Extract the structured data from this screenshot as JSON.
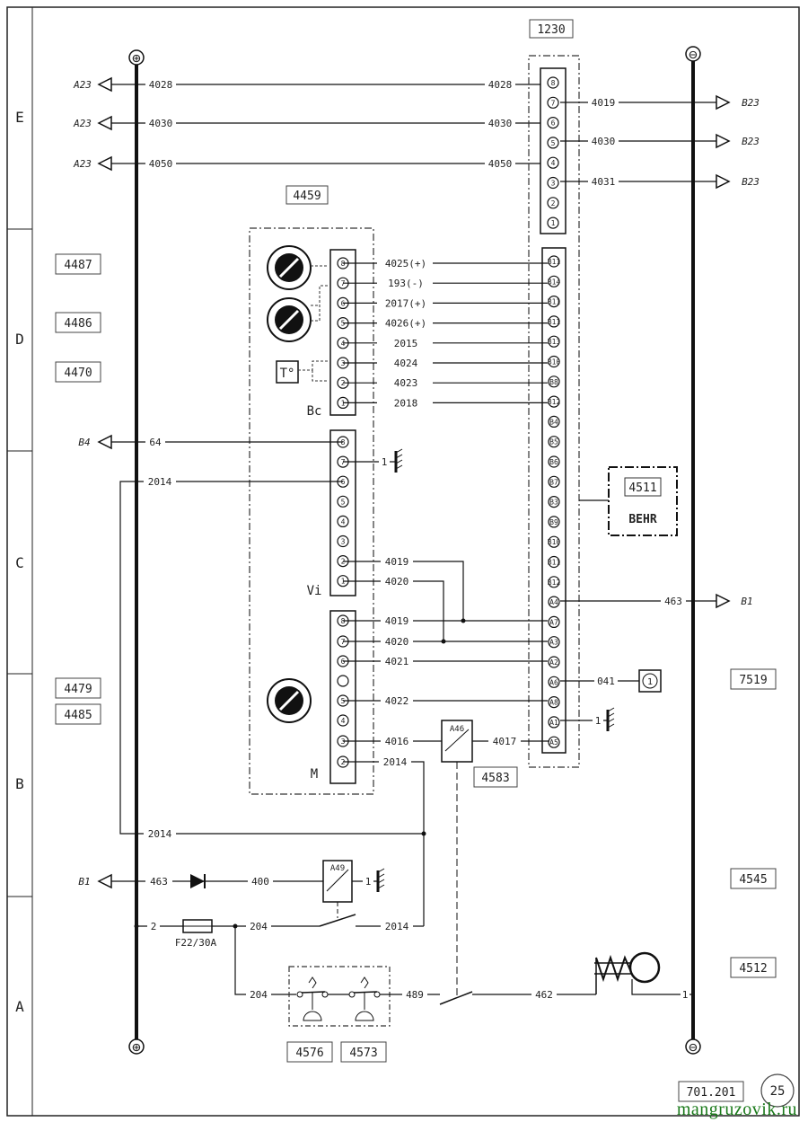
{
  "rows": [
    "E",
    "D",
    "C",
    "B",
    "A"
  ],
  "top_box": "1230",
  "ecu_box": "4459",
  "ecu_labels": {
    "bc": "Bc",
    "vi": "Vi",
    "m": "M"
  },
  "refs_left": [
    "4487",
    "4486",
    "4470",
    "4479",
    "4485"
  ],
  "refs_right": [
    "7519",
    "4545",
    "4512"
  ],
  "behr": {
    "code": "4511",
    "name": "BEHR"
  },
  "relay_box": "4583",
  "relay_a46": "A46",
  "relay_a49": "A49",
  "bottom_refs": [
    "4576",
    "4573"
  ],
  "fuse_label": "F22/30A",
  "temp_symbol": "T°",
  "page": {
    "code": "701.201",
    "num": "25"
  },
  "watermark": "mangruzovik.ru",
  "power": {
    "plus": "⊕",
    "minus": "⊖"
  },
  "left_wires": [
    {
      "dest": "A23",
      "num": "4028"
    },
    {
      "dest": "A23",
      "num": "4030"
    },
    {
      "dest": "A23",
      "num": "4050"
    },
    {
      "dest": "B4",
      "num": "64"
    },
    {
      "dest": "B1",
      "num": "463"
    }
  ],
  "top_conn_wires": [
    {
      "num": "4028",
      "pin": "8"
    },
    {
      "num": "4030",
      "pin": "6"
    },
    {
      "num": "4050",
      "pin": "4"
    }
  ],
  "top_conn_pins": [
    "8",
    "7",
    "6",
    "5",
    "4",
    "3",
    "2",
    "1"
  ],
  "right_wires": [
    {
      "num": "4019",
      "dest": "B23"
    },
    {
      "num": "4030",
      "dest": "B23"
    },
    {
      "num": "4031",
      "dest": "B23"
    },
    {
      "num": "463",
      "dest": "B1"
    }
  ],
  "bc_pins": [
    "8",
    "7",
    "6",
    "5",
    "4",
    "3",
    "2",
    "1"
  ],
  "bc_wires": [
    "4025(+)",
    "193(-)",
    "2017(+)",
    "4026(+)",
    "2015",
    "4024",
    "4023",
    "2018"
  ],
  "vi_pins": [
    "8",
    "7",
    "6",
    "5",
    "4",
    "3",
    "2",
    "1"
  ],
  "vi_wires": [
    "64",
    "1",
    "2014",
    "4019",
    "4020"
  ],
  "m_pins": [
    "8",
    "7",
    "6",
    "5",
    "4",
    "3",
    "2"
  ],
  "m_wires": [
    "4019",
    "4020",
    "4021",
    "4022",
    "4016",
    "2014"
  ],
  "behr_pins": [
    "B11",
    "B14",
    "B11",
    "B11",
    "B13",
    "B10",
    "B8",
    "B12",
    "B4",
    "B5",
    "B6",
    "B7",
    "B3",
    "B9",
    "B10",
    "B11",
    "B12",
    "A4",
    "A7",
    "A3",
    "A2",
    "A6",
    "A8",
    "A1",
    "A5"
  ],
  "misc_wires": [
    "041",
    "1",
    "4017",
    "2014",
    "400",
    "204",
    "2014",
    "2",
    "204",
    "489",
    "462",
    "1",
    "1"
  ]
}
